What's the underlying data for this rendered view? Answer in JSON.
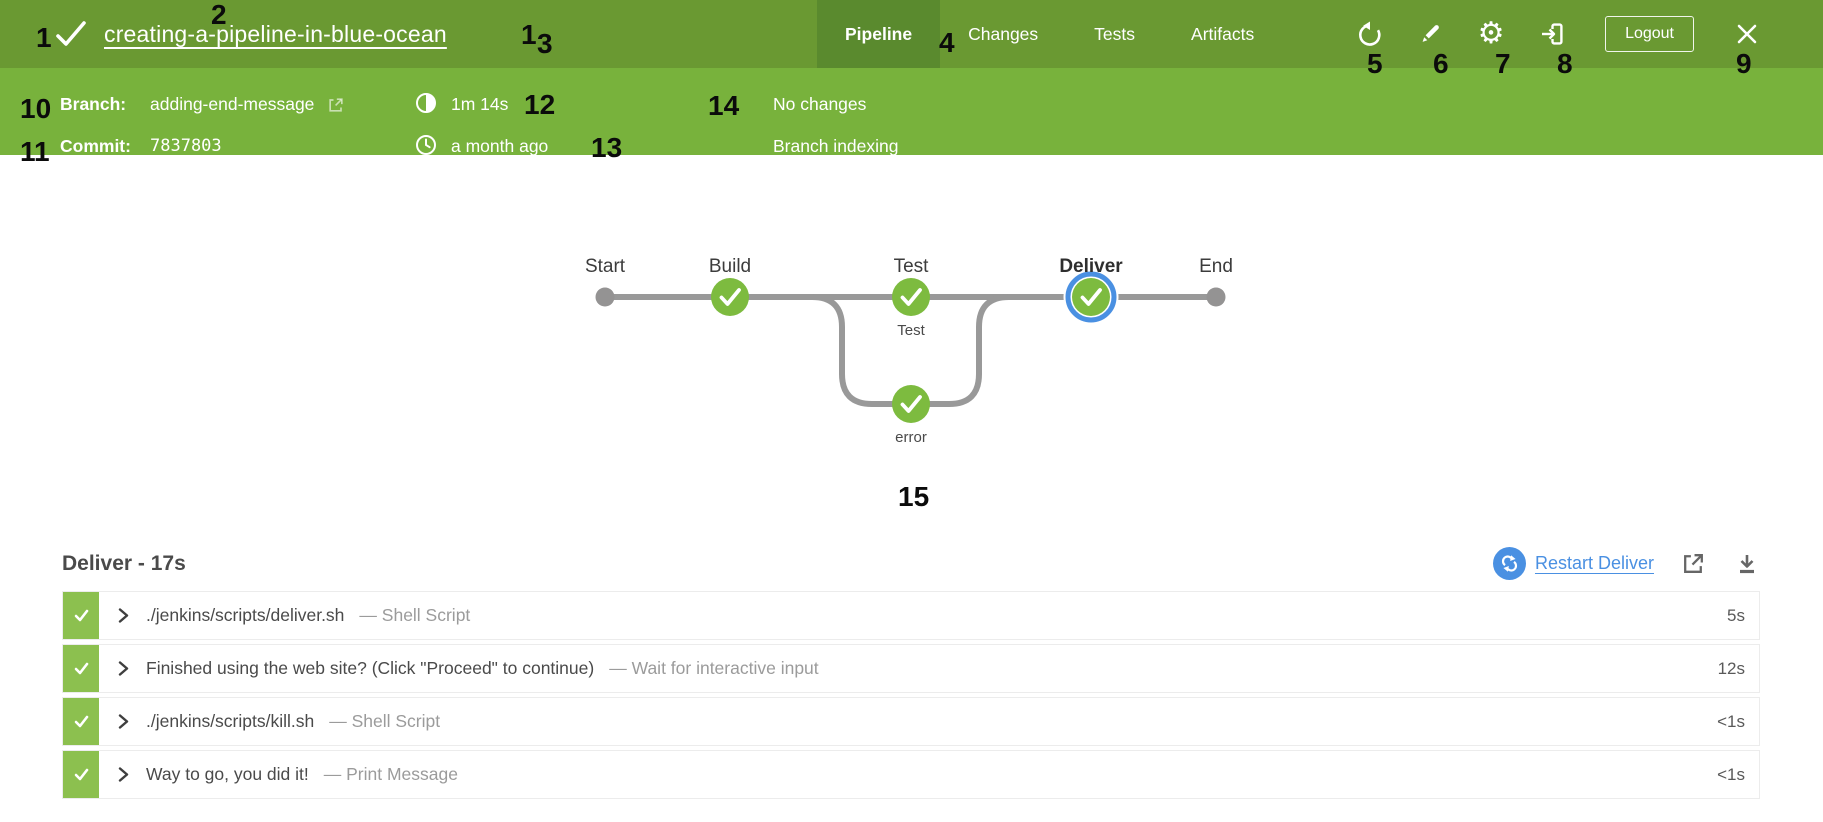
{
  "colors": {
    "header_green": "#6a9932",
    "active_tab_green": "#5a8a2e",
    "subheader_green": "#78b23c",
    "node_green": "#7dbb3f",
    "row_strip_green": "#8cc04f",
    "accent_blue": "#4a90e2",
    "graph_line_gray": "#999999",
    "terminal_dot_gray": "#949393"
  },
  "header": {
    "status_icon": "check-icon",
    "title": "creating-a-pipeline-in-blue-ocean",
    "tabs": [
      {
        "label": "Pipeline",
        "active": true
      },
      {
        "label": "Changes",
        "active": false
      },
      {
        "label": "Tests",
        "active": false
      },
      {
        "label": "Artifacts",
        "active": false
      }
    ],
    "logout_label": "Logout"
  },
  "run_details": {
    "branch_label": "Branch:",
    "branch_value": "adding-end-message",
    "commit_label": "Commit:",
    "commit_value": "7837803",
    "duration": "1m 14s",
    "time_ago": "a month ago",
    "changes_message": "No changes",
    "cause_message": "Branch indexing"
  },
  "graph": {
    "stage_labels": [
      "Start",
      "Build",
      "Test",
      "Deliver",
      "End"
    ],
    "selected_stage": "Deliver",
    "parallel_top_label": "Test",
    "parallel_bottom_label": "error",
    "stage_statuses": [
      "not-built",
      "success",
      "success",
      "success",
      "not-built"
    ]
  },
  "steps": {
    "section_title": "Deliver - 17s",
    "restart_label": "Restart Deliver",
    "rows": [
      {
        "status": "success",
        "title": "./jenkins/scripts/deliver.sh",
        "type": "— Shell Script",
        "duration": "5s"
      },
      {
        "status": "success",
        "title": "Finished using the web site? (Click \"Proceed\" to continue)",
        "type": "— Wait for interactive input",
        "duration": "12s"
      },
      {
        "status": "success",
        "title": "./jenkins/scripts/kill.sh",
        "type": "— Shell Script",
        "duration": "<1s"
      },
      {
        "status": "success",
        "title": "Way to go, you did it!",
        "type": "— Print Message",
        "duration": "<1s"
      }
    ]
  },
  "annotations": [
    {
      "label": "1"
    },
    {
      "label": "2"
    },
    {
      "label": "1"
    },
    {
      "label": "3"
    },
    {
      "label": "4"
    },
    {
      "label": "5"
    },
    {
      "label": "6"
    },
    {
      "label": "7"
    },
    {
      "label": "8"
    },
    {
      "label": "9"
    },
    {
      "label": "10"
    },
    {
      "label": "11"
    },
    {
      "label": "12"
    },
    {
      "label": "13"
    },
    {
      "label": "14"
    },
    {
      "label": "15"
    }
  ]
}
